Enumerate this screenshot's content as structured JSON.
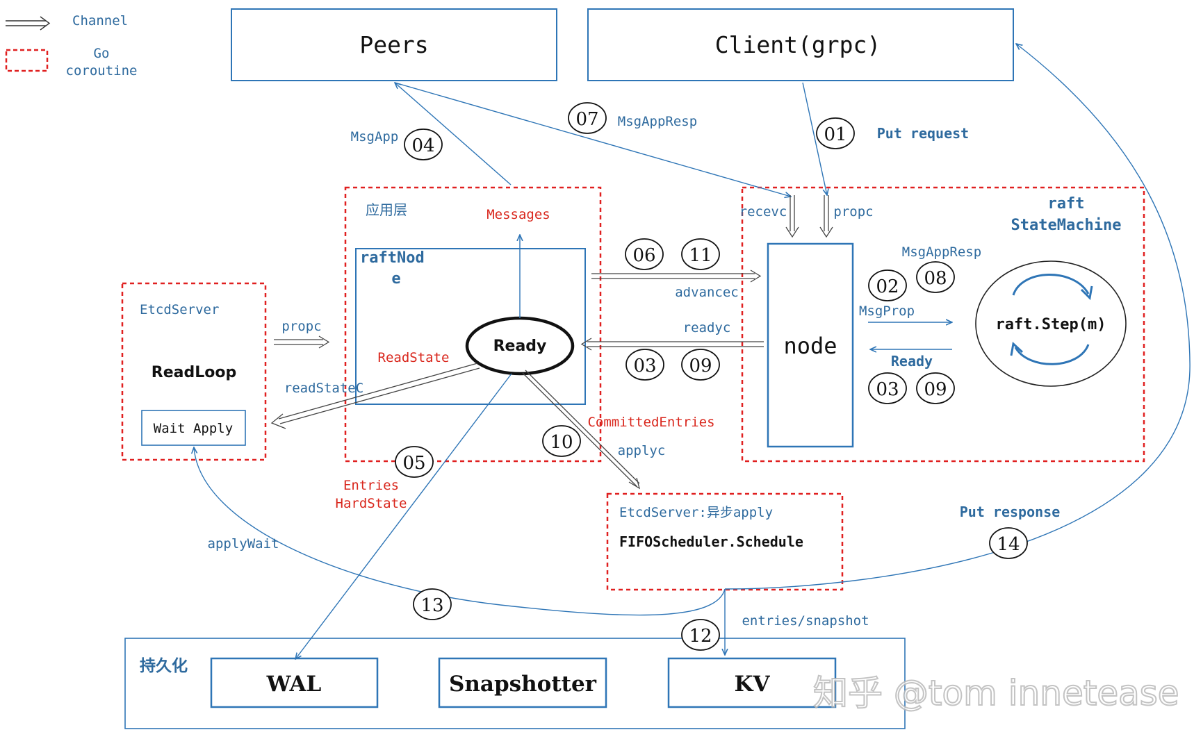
{
  "legend": {
    "channel": "Channel",
    "go": "Go",
    "coroutine": "coroutine"
  },
  "boxes": {
    "peers": "Peers",
    "client": "Client(grpc)",
    "app_layer": "应用层",
    "raftnode_line1": "raftNod",
    "raftnode_line2": "e",
    "ready": "Ready",
    "node": "node",
    "raft_sm_line1": "raft",
    "raft_sm_line2": "StateMachine",
    "raft_step": "raft.Step(m)",
    "etcdserver": "EtcdServer",
    "readloop": "ReadLoop",
    "wait_apply": "Wait Apply",
    "etcd_async": "EtcdServer:异步apply",
    "fifo": "FIFOScheduler.Schedule",
    "persist": "持久化",
    "wal": "WAL",
    "snapshotter": "Snapshotter",
    "kv": "KV"
  },
  "labels": {
    "msgapp": "MsgApp",
    "msgappresp_top": "MsgAppResp",
    "put_request": "Put request",
    "messages": "Messages",
    "recevc": "recevc",
    "propc_node": "propc",
    "propc_etcd": "propc",
    "advancec": "advancec",
    "readyc": "readyc",
    "readstate": "ReadState",
    "readstatec": "readStateC",
    "committed": "CommittedEntries",
    "applyc": "applyc",
    "entries": "Entries",
    "hardstate": "HardState",
    "applywait": "applyWait",
    "msgappresp_sm": "MsgAppResp",
    "msgprop": "MsgProp",
    "ready_sm": "Ready",
    "put_response": "Put response",
    "entries_snapshot": "entries/snapshot"
  },
  "steps": {
    "s01": "01",
    "s02": "02",
    "s03a": "03",
    "s03b": "03",
    "s04": "04",
    "s05": "05",
    "s06": "06",
    "s07": "07",
    "s08": "08",
    "s09a": "09",
    "s09b": "09",
    "s10": "10",
    "s11": "11",
    "s12": "12",
    "s13": "13",
    "s14": "14"
  },
  "watermark": "知乎 @tom innetease",
  "colors": {
    "box_blue": "#2e75b6",
    "coroutine_red": "#e02020",
    "text_blue": "#2e6a9e",
    "text_red": "#d9261c"
  }
}
